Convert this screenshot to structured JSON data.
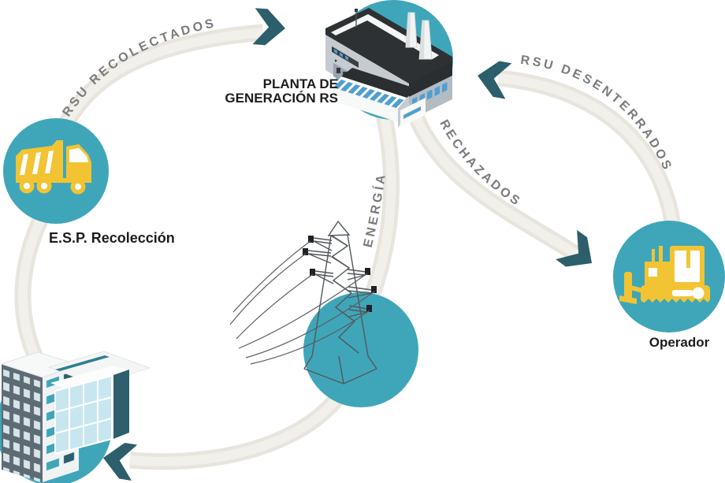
{
  "diagram": {
    "description": "Ciclo de residuos sólidos urbanos y generación de energía",
    "nodes": [
      {
        "id": "esp-recoleccion",
        "label": "E.S.P. Recolección",
        "icon": "dump-truck-icon"
      },
      {
        "id": "planta-generacion",
        "label": "PLANTA DE GENERACIÓN RS",
        "label_lines": [
          "PLANTA DE",
          "GENERACIÓN RS"
        ],
        "icon": "factory-icon"
      },
      {
        "id": "operador",
        "label": "Operador",
        "icon": "bulldozer-icon"
      },
      {
        "id": "torre-energia",
        "label": "",
        "icon": "transmission-tower-icon"
      },
      {
        "id": "ciudad",
        "label": "",
        "icon": "city-buildings-icon"
      }
    ],
    "flows": [
      {
        "label": "RSU RECOLECTADOS",
        "from": "esp-recoleccion",
        "to": "planta-generacion"
      },
      {
        "label": "RSU DESENTERRADOS",
        "from": "operador",
        "to": "planta-generacion"
      },
      {
        "label": "RECHAZADOS",
        "from": "planta-generacion",
        "to": "operador"
      },
      {
        "label": "ENERGÍA",
        "from": "planta-generacion",
        "to": "torre-energia"
      },
      {
        "label": "",
        "from": "torre-energia",
        "to": "ciudad"
      },
      {
        "label": "",
        "from": "ciudad",
        "to": "esp-recoleccion"
      }
    ],
    "colors": {
      "teal_circle": "#3fa6b9",
      "arrow_dark_teal": "#2d5e6b",
      "band": "#e7e5dd",
      "band_highlight": "#f2f0ea",
      "vehicle_yellow": "#f2c433",
      "window_blue": "#4f9fd2",
      "factory_dark": "#2d3134",
      "building_dark_teal": "#2d5f6c",
      "flow_text_gray": "#7b7b7b",
      "label_black": "#1d1d1b"
    }
  }
}
